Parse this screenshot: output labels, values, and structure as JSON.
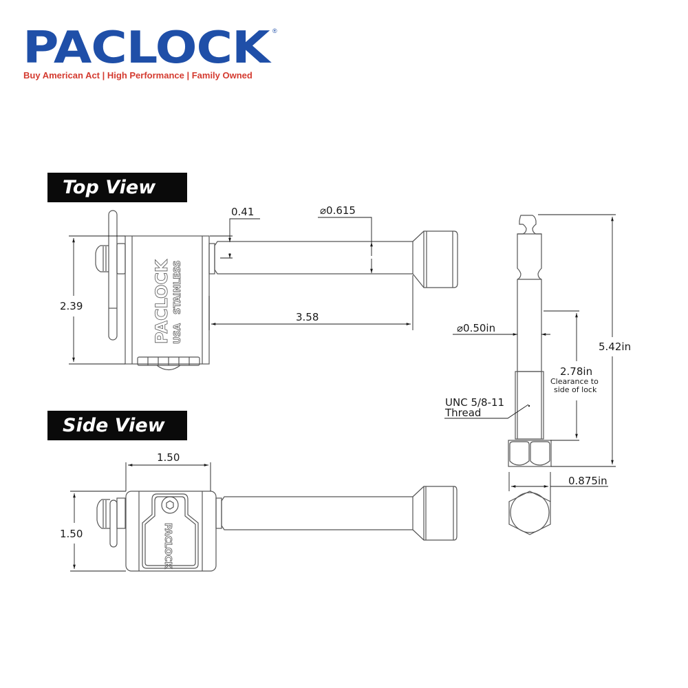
{
  "brand": {
    "name": "PACLOCK",
    "registered_mark": "®",
    "tagline": "Buy American Act | High Performance | Family Owned",
    "colors": {
      "primary": "#1f4fa8",
      "tagline": "#d43a2f",
      "label_bg": "#0a0a0a",
      "line": "#555555"
    }
  },
  "views": {
    "top": {
      "label": "Top View",
      "body_stamp": {
        "brand": "PACLOCK",
        "line1": "USA",
        "line2": "STAINLESS"
      },
      "dimensions": {
        "height": "2.39",
        "pin_offset": "0.41",
        "pin_diameter": "⌀0.615",
        "pin_length": "3.58"
      }
    },
    "side": {
      "label": "Side View",
      "body_stamp": {
        "brand": "PACLOCK"
      },
      "dimensions": {
        "width": "1.50",
        "height": "1.50"
      }
    },
    "pin_detail": {
      "dimensions": {
        "diameter": "⌀0.50in",
        "overall_length": "5.42in",
        "clearance": "2.78in",
        "clearance_note_line1": "Clearance to",
        "clearance_note_line2": "side of lock",
        "thread_line1": "UNC 5/8-11",
        "thread_line2": "Thread",
        "hex_width": "0.875in"
      }
    }
  }
}
